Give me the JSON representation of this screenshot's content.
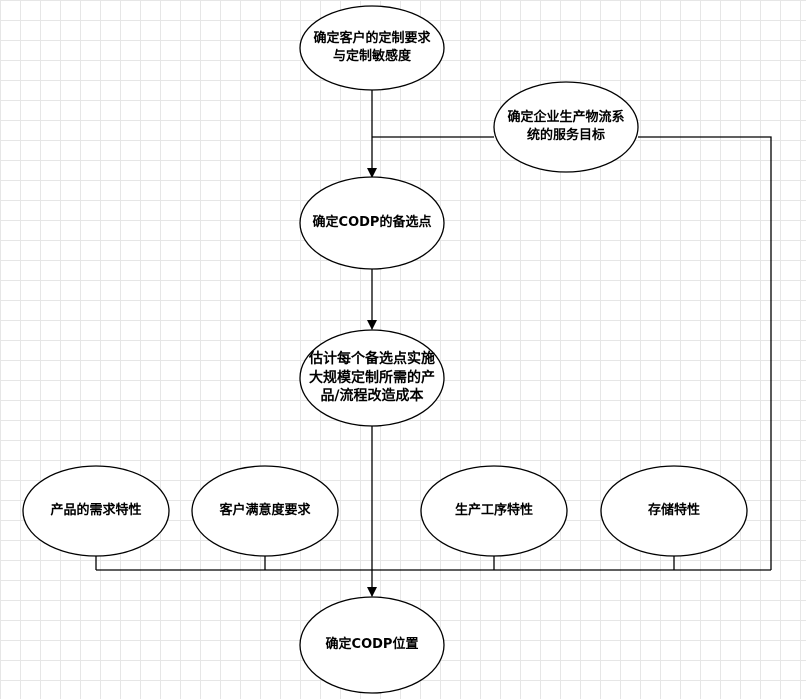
{
  "diagram": {
    "colors": {
      "stroke": "#000000",
      "fill": "#ffffff",
      "grid": "#e6e6e6",
      "text": "#000000"
    },
    "nodes": {
      "customer_req": {
        "lines": [
          "确定客户的定制要求",
          "与定制敏感度"
        ]
      },
      "logistics_goal": {
        "lines": [
          "确定企业生产物流系",
          "统的服务目标"
        ]
      },
      "codp_candidates": {
        "lines": [
          "确定CODP的备选点"
        ]
      },
      "cost_estimate": {
        "lines": [
          "估计每个备选点实施",
          "大规模定制所需的产",
          "品/流程改造成本"
        ]
      },
      "demand_char": {
        "lines": [
          "产品的需求特性"
        ]
      },
      "satisfaction_req": {
        "lines": [
          "客户满意度要求"
        ]
      },
      "process_char": {
        "lines": [
          "生产工序特性"
        ]
      },
      "storage_char": {
        "lines": [
          "存储特性"
        ]
      },
      "codp_position": {
        "lines": [
          "确定CODP位置"
        ]
      }
    }
  }
}
